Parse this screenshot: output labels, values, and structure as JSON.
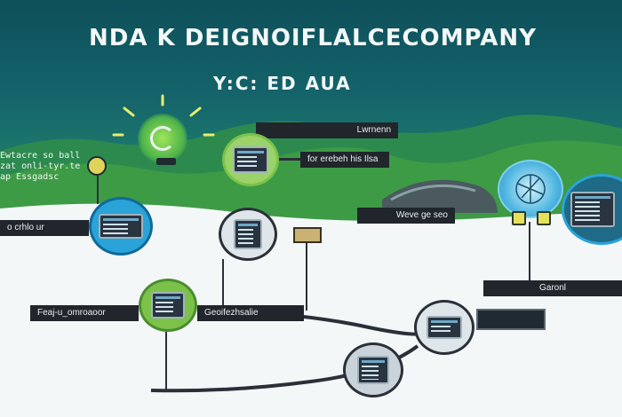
{
  "title": "NDA K DEIGNOIFLALCECOMPANY",
  "subtitle": "Y:C: ED AUA",
  "side_text": [
    "Ewtacre so ball",
    "zat onli-tyr.te",
    "ap Essgadsc"
  ],
  "labels": {
    "top_banner": "Lwrnenn",
    "banner_mid": "for erebeh his Ilsa",
    "banner_left": "o crhlo ur",
    "mid_right": "Weve ge seo",
    "right": "Garonl",
    "bottom_left": "Feaj-u_omroaoor",
    "bottom_center": "Geoifezhsalie"
  },
  "colors": {
    "sky_top": "#0e4f5a",
    "hills": "#3d9b45",
    "accent_blue": "#2aa3d8",
    "accent_green": "#7cc24a",
    "bar": "#20262b"
  },
  "icons": [
    "lightbulb-icon",
    "gear-icon",
    "globe-icon",
    "monitor-icon",
    "laptop-icon",
    "tablet-icon"
  ]
}
